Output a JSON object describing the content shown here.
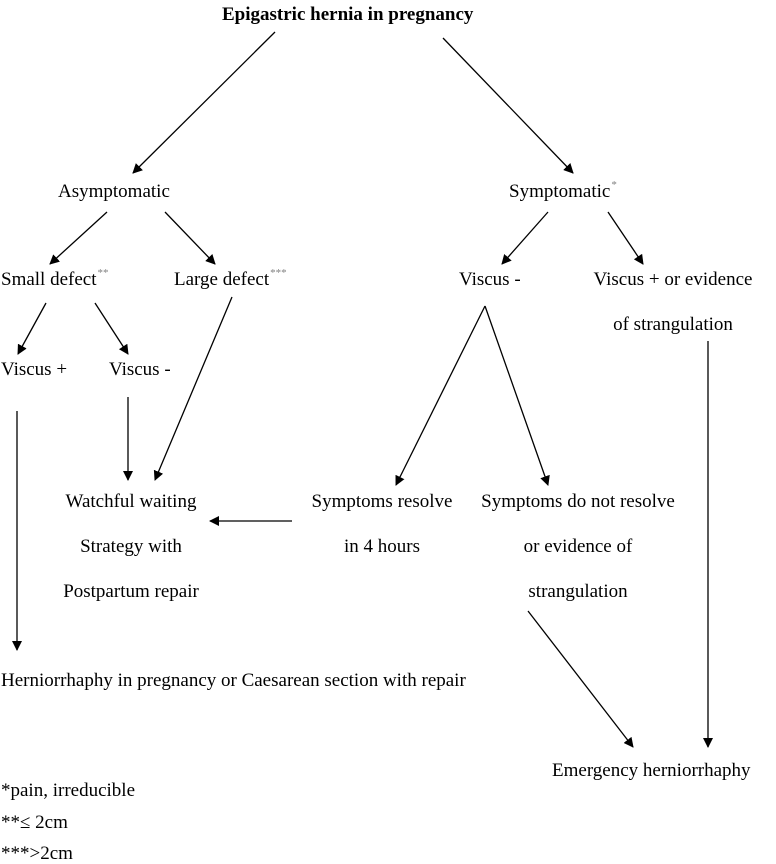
{
  "title": "Epigastric hernia in pregnancy",
  "nodes": {
    "asymptomatic": "Asymptomatic",
    "symptomatic": "Symptomatic",
    "symptomatic_mark": "*",
    "small_defect": "Small defect",
    "small_defect_mark": "**",
    "large_defect": "Large defect",
    "large_defect_mark": "***",
    "viscus_minus_right": "Viscus -",
    "viscus_plus_evidence_line1": "Viscus + or evidence",
    "viscus_plus_evidence_line2": "of strangulation",
    "viscus_plus_left": "Viscus +",
    "viscus_minus_left": "Viscus -",
    "watchful_line1": "Watchful waiting",
    "watchful_line2": "Strategy with",
    "watchful_line3": "Postpartum repair",
    "resolve_line1": "Symptoms resolve",
    "resolve_line2": "in 4 hours",
    "not_resolve_line1": "Symptoms do not resolve",
    "not_resolve_line2": "or evidence of",
    "not_resolve_line3": "strangulation",
    "herniorrhaphy": "Herniorrhaphy in pregnancy or Caesarean section with repair",
    "emergency": "Emergency herniorrhaphy"
  },
  "footnotes": [
    "*pain, irreducible",
    "**≤ 2cm",
    "***>2cm"
  ]
}
